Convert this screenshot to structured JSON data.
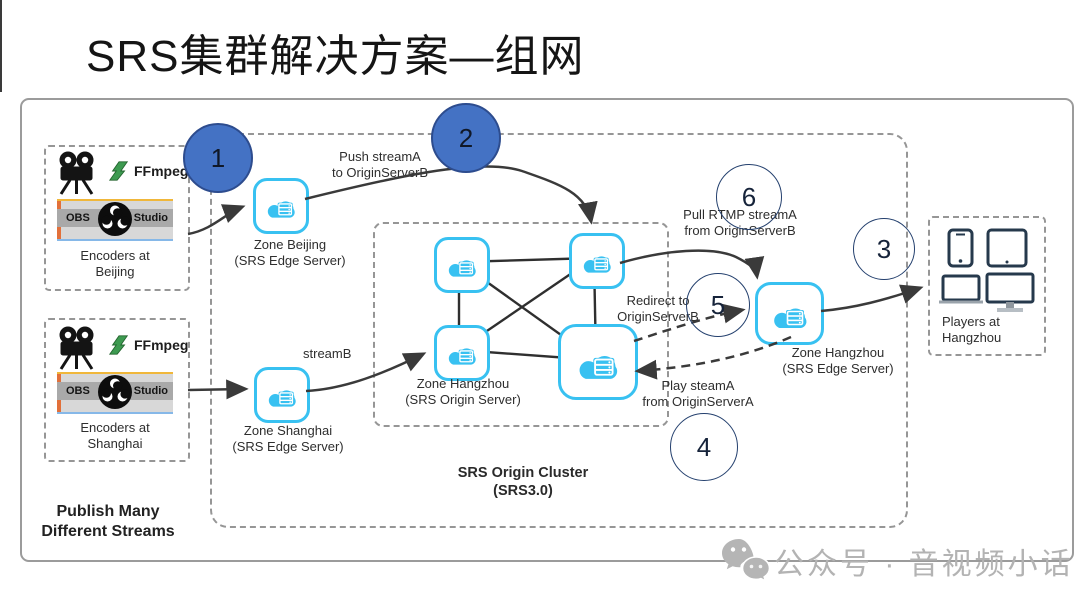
{
  "title": "SRS集群解决方案—组网",
  "watermark": "公众号 · 音视频小话",
  "encoders": {
    "beijing": {
      "line1": "Encoders at",
      "line2": "Beijing"
    },
    "shanghai": {
      "line1": "Encoders at",
      "line2": "Shanghai"
    },
    "ffmpeg_label": "FFmpeg",
    "obs_left": "OBS",
    "obs_right": "Studio",
    "publish_line1": "Publish Many",
    "publish_line2": "Different Streams"
  },
  "zones": {
    "beijing_edge": {
      "line1": "Zone Beijing",
      "line2": "(SRS Edge Server)"
    },
    "shanghai_edge": {
      "line1": "Zone Shanghai",
      "line2": "(SRS Edge Server)"
    },
    "hangzhou_origin": {
      "line1": "Zone Hangzhou",
      "line2": "(SRS Origin Server)"
    },
    "hangzhou_edge": {
      "line1": "Zone Hangzhou",
      "line2": "(SRS Edge Server)"
    },
    "origin_cluster": {
      "line1": "SRS Origin Cluster",
      "line2": "(SRS3.0)"
    }
  },
  "flows": {
    "push": {
      "line1": "Push streamA",
      "line2": "to OriginServerB"
    },
    "streamB": "streamB",
    "pull": {
      "line1": "Pull RTMP streamA",
      "line2": "from OriginServerB"
    },
    "redirect": {
      "line1": "Redirect to",
      "line2": "OriginServerB"
    },
    "play": {
      "line1": "Play steamA",
      "line2": "from OriginServerA"
    }
  },
  "players": {
    "line1": "Players at",
    "line2": "Hangzhou"
  },
  "steps": {
    "s1": "1",
    "s2": "2",
    "s3": "3",
    "s4": "4",
    "s5": "5",
    "s6": "6"
  },
  "colors": {
    "step_filled": "#4472C4",
    "step_outline_border": "#24406E",
    "cloud_blue": "#38C1F1",
    "dashed_gray": "#969696",
    "arrow": "#3a3a3a",
    "watermark_gray": "#b3b3b3"
  }
}
